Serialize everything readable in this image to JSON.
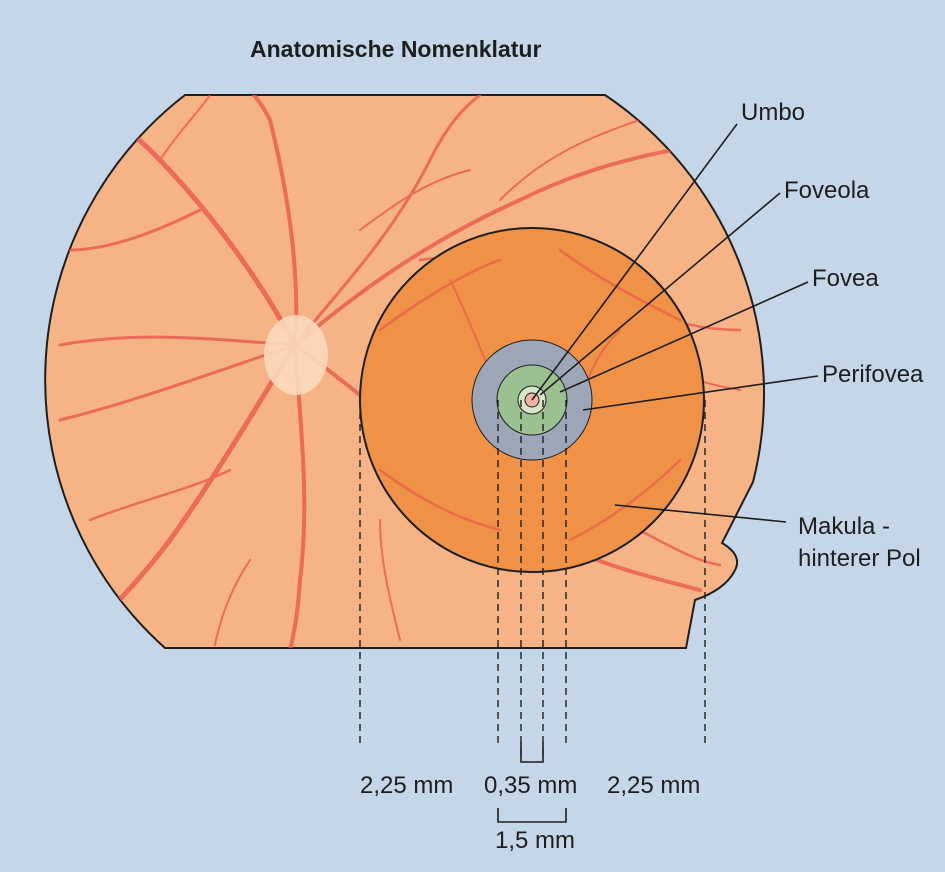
{
  "title": "Anatomische Nomenklatur",
  "labels": {
    "umbo": "Umbo",
    "foveola": "Foveola",
    "fovea": "Fovea",
    "perifovea": "Perifovea",
    "makula_line1": "Makula -",
    "makula_line2": "hinterer Pol"
  },
  "measurements": {
    "left": "2,25 mm",
    "center": "0,35 mm",
    "right": "2,25 mm",
    "bottom": "1,5 mm"
  },
  "colors": {
    "background": "#c4d6e8",
    "fundus": "#f6b486",
    "macula": "#ef9146",
    "perifovea_ring": "#9da6b6",
    "fovea_ring": "#9bc191",
    "foveola": "#d7e6c5",
    "umbo": "#f3b2a3",
    "vessels": "#e8534a",
    "outline": "#1e1e1e"
  }
}
